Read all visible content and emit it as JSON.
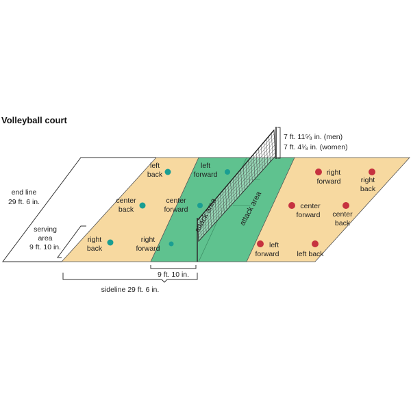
{
  "title": "Volleyball court",
  "net_height": {
    "men": "7 ft. 11⁵⁄₈ in. (men)",
    "women": "7 ft. 4¹⁄₈ in. (women)"
  },
  "dimensions": {
    "end_line": [
      "end line",
      "29 ft. 6 in."
    ],
    "serving_area": [
      "serving",
      "area",
      "9 ft. 10 in."
    ],
    "attack_depth": "9 ft. 10 in.",
    "sideline": "sideline 29 ft. 6 in."
  },
  "zones": {
    "attack_area_left": "attack area",
    "attack_area_right": "attack area"
  },
  "colors": {
    "court": "#f7d9a0",
    "attack_area": "#5fc28f",
    "team_a": "#1a9e92",
    "team_b": "#c6323f",
    "lines": "#444444"
  },
  "team_a_positions": [
    {
      "lines": [
        "left",
        "back"
      ]
    },
    {
      "lines": [
        "left",
        "forward"
      ]
    },
    {
      "lines": [
        "center",
        "back"
      ]
    },
    {
      "lines": [
        "center",
        "forward"
      ]
    },
    {
      "lines": [
        "right",
        "back"
      ]
    },
    {
      "lines": [
        "right",
        "forward"
      ]
    }
  ],
  "team_b_positions": [
    {
      "lines": [
        "right",
        "forward"
      ]
    },
    {
      "lines": [
        "right",
        "back"
      ]
    },
    {
      "lines": [
        "center",
        "forward"
      ]
    },
    {
      "lines": [
        "center",
        "back"
      ]
    },
    {
      "lines": [
        "left",
        "forward"
      ]
    },
    {
      "lines": [
        "left back"
      ]
    }
  ]
}
